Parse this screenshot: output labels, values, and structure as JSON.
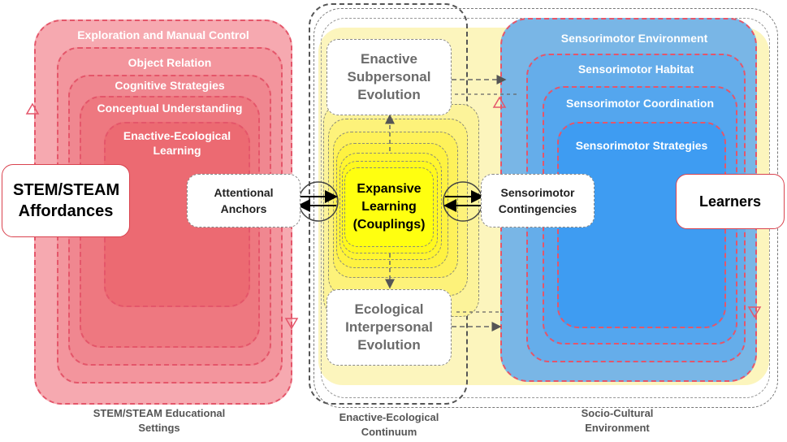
{
  "left": {
    "layers": [
      "Exploration and Manual Control",
      "Object Relation",
      "Cognitive Strategies",
      "Conceptual Understanding",
      "Enactive-Ecological Learning"
    ],
    "affordances": "STEM/STEAM Affordances",
    "anchors": "Attentional Anchors",
    "caption": "STEM/STEAM Educational Settings"
  },
  "center": {
    "top": "Enactive Subpersonal Evolution",
    "core": "Expansive Learning (Couplings)",
    "bottom": "Ecological Interpersonal Evolution",
    "caption": "Enactive-Ecological Continuum"
  },
  "right": {
    "layers": [
      "Sensorimotor Environment",
      "Sensorimotor Habitat",
      "Sensorimotor Coordination",
      "Sensorimotor Strategies"
    ],
    "contingencies": "Sensorimotor Contingencies",
    "learners": "Learners",
    "caption": "Socio-Cultural Environment"
  },
  "colors": {
    "red_outer": "#f4a3ab",
    "red_inner": "#ec5f68",
    "blue_outer": "#7ab6e6",
    "blue_inner": "#3d9df3",
    "yellow_core": "#ffff1a",
    "yellow_outer": "#fdf7b8"
  }
}
